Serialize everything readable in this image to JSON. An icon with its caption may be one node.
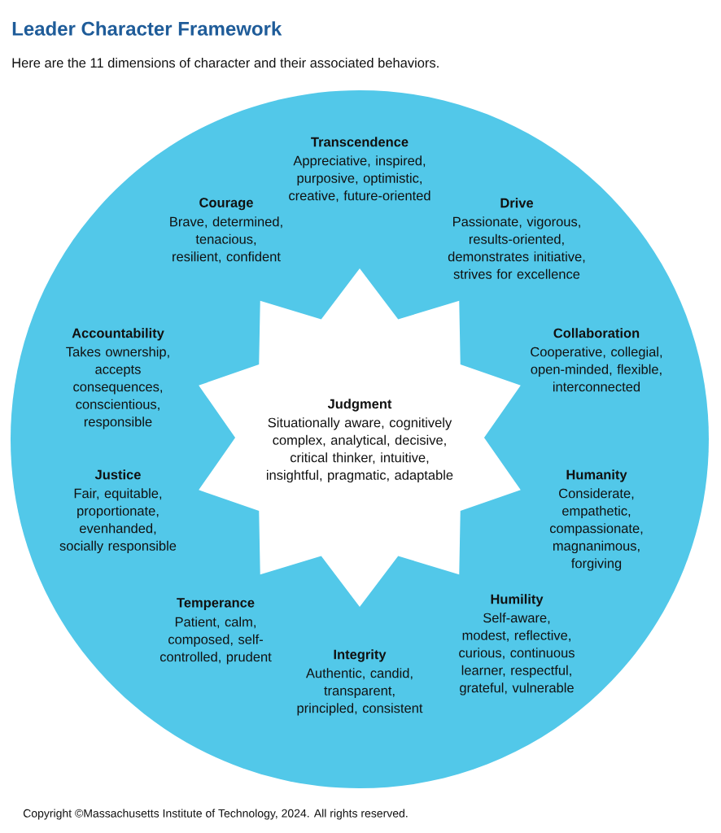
{
  "diagram": {
    "title": "Leader Character Framework",
    "nodes": [
      {
        "text": [],
        "shape": "circle"
      },
      {
        "text": [
          "Judgment",
          "Situationally aware, cognitively complex, analytical, decisive, critical thinker, intuitive, insightful, pragmatic, adaptable"
        ],
        "in": 0
      }
    ],
    "labels": [
      "Here are the 11 dimensions of character and their associated behaviors.",
      "Transcendence",
      "Appreciative, inspired, purposive, optimistic, creative, future-oriented",
      "Courage",
      "Brave, determined, tenacious, resilient, confident",
      "Drive",
      "Passionate, vigorous, results-oriented, demonstrates initiative, strives for excellence",
      "Accountability",
      "Takes ownership, accepts consequences, conscientious, responsible",
      "Collaboration",
      "Cooperative, collegial, open-minded, flexible, interconnected",
      "Justice",
      "Fair, equitable, proportionate, evenhanded, socially responsible",
      "Humanity",
      "Considerate, empathetic, compassionate, magnanimous, forgiving",
      "Temperance",
      "Patient, calm, composed, self-controlled, prudent",
      "Humility",
      "Self-aware, modest, reflective, curious, continuous learner, respectful, grateful, vulnerable",
      "Integrity",
      "Authentic, candid, transparent, principled, consistent",
      "Copyright ©Massachusetts Institute of Technology, 2024. All rights reserved."
    ]
  }
}
